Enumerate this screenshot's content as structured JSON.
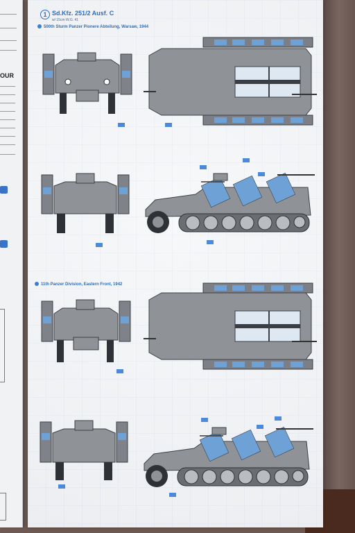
{
  "left_sheet": {
    "fragment_title": "OUR"
  },
  "sheet": {
    "step_number": "1",
    "title": "Sd.Kfz. 251/2 Ausf. C",
    "subtitle": "w/ 15cm W.G. 41",
    "scheme_a_label": "500th Sturm Panzer Pionere Abteilung, Warsaw, 1944",
    "scheme_b_label": "11th Panzer Division, Eastern Front, 1942"
  },
  "colors": {
    "panzer_grey": "#8f9398",
    "panzer_grey_dark": "#5d6166",
    "crate_blue": "#6ea2d6",
    "header_blue": "#2f6db8"
  }
}
